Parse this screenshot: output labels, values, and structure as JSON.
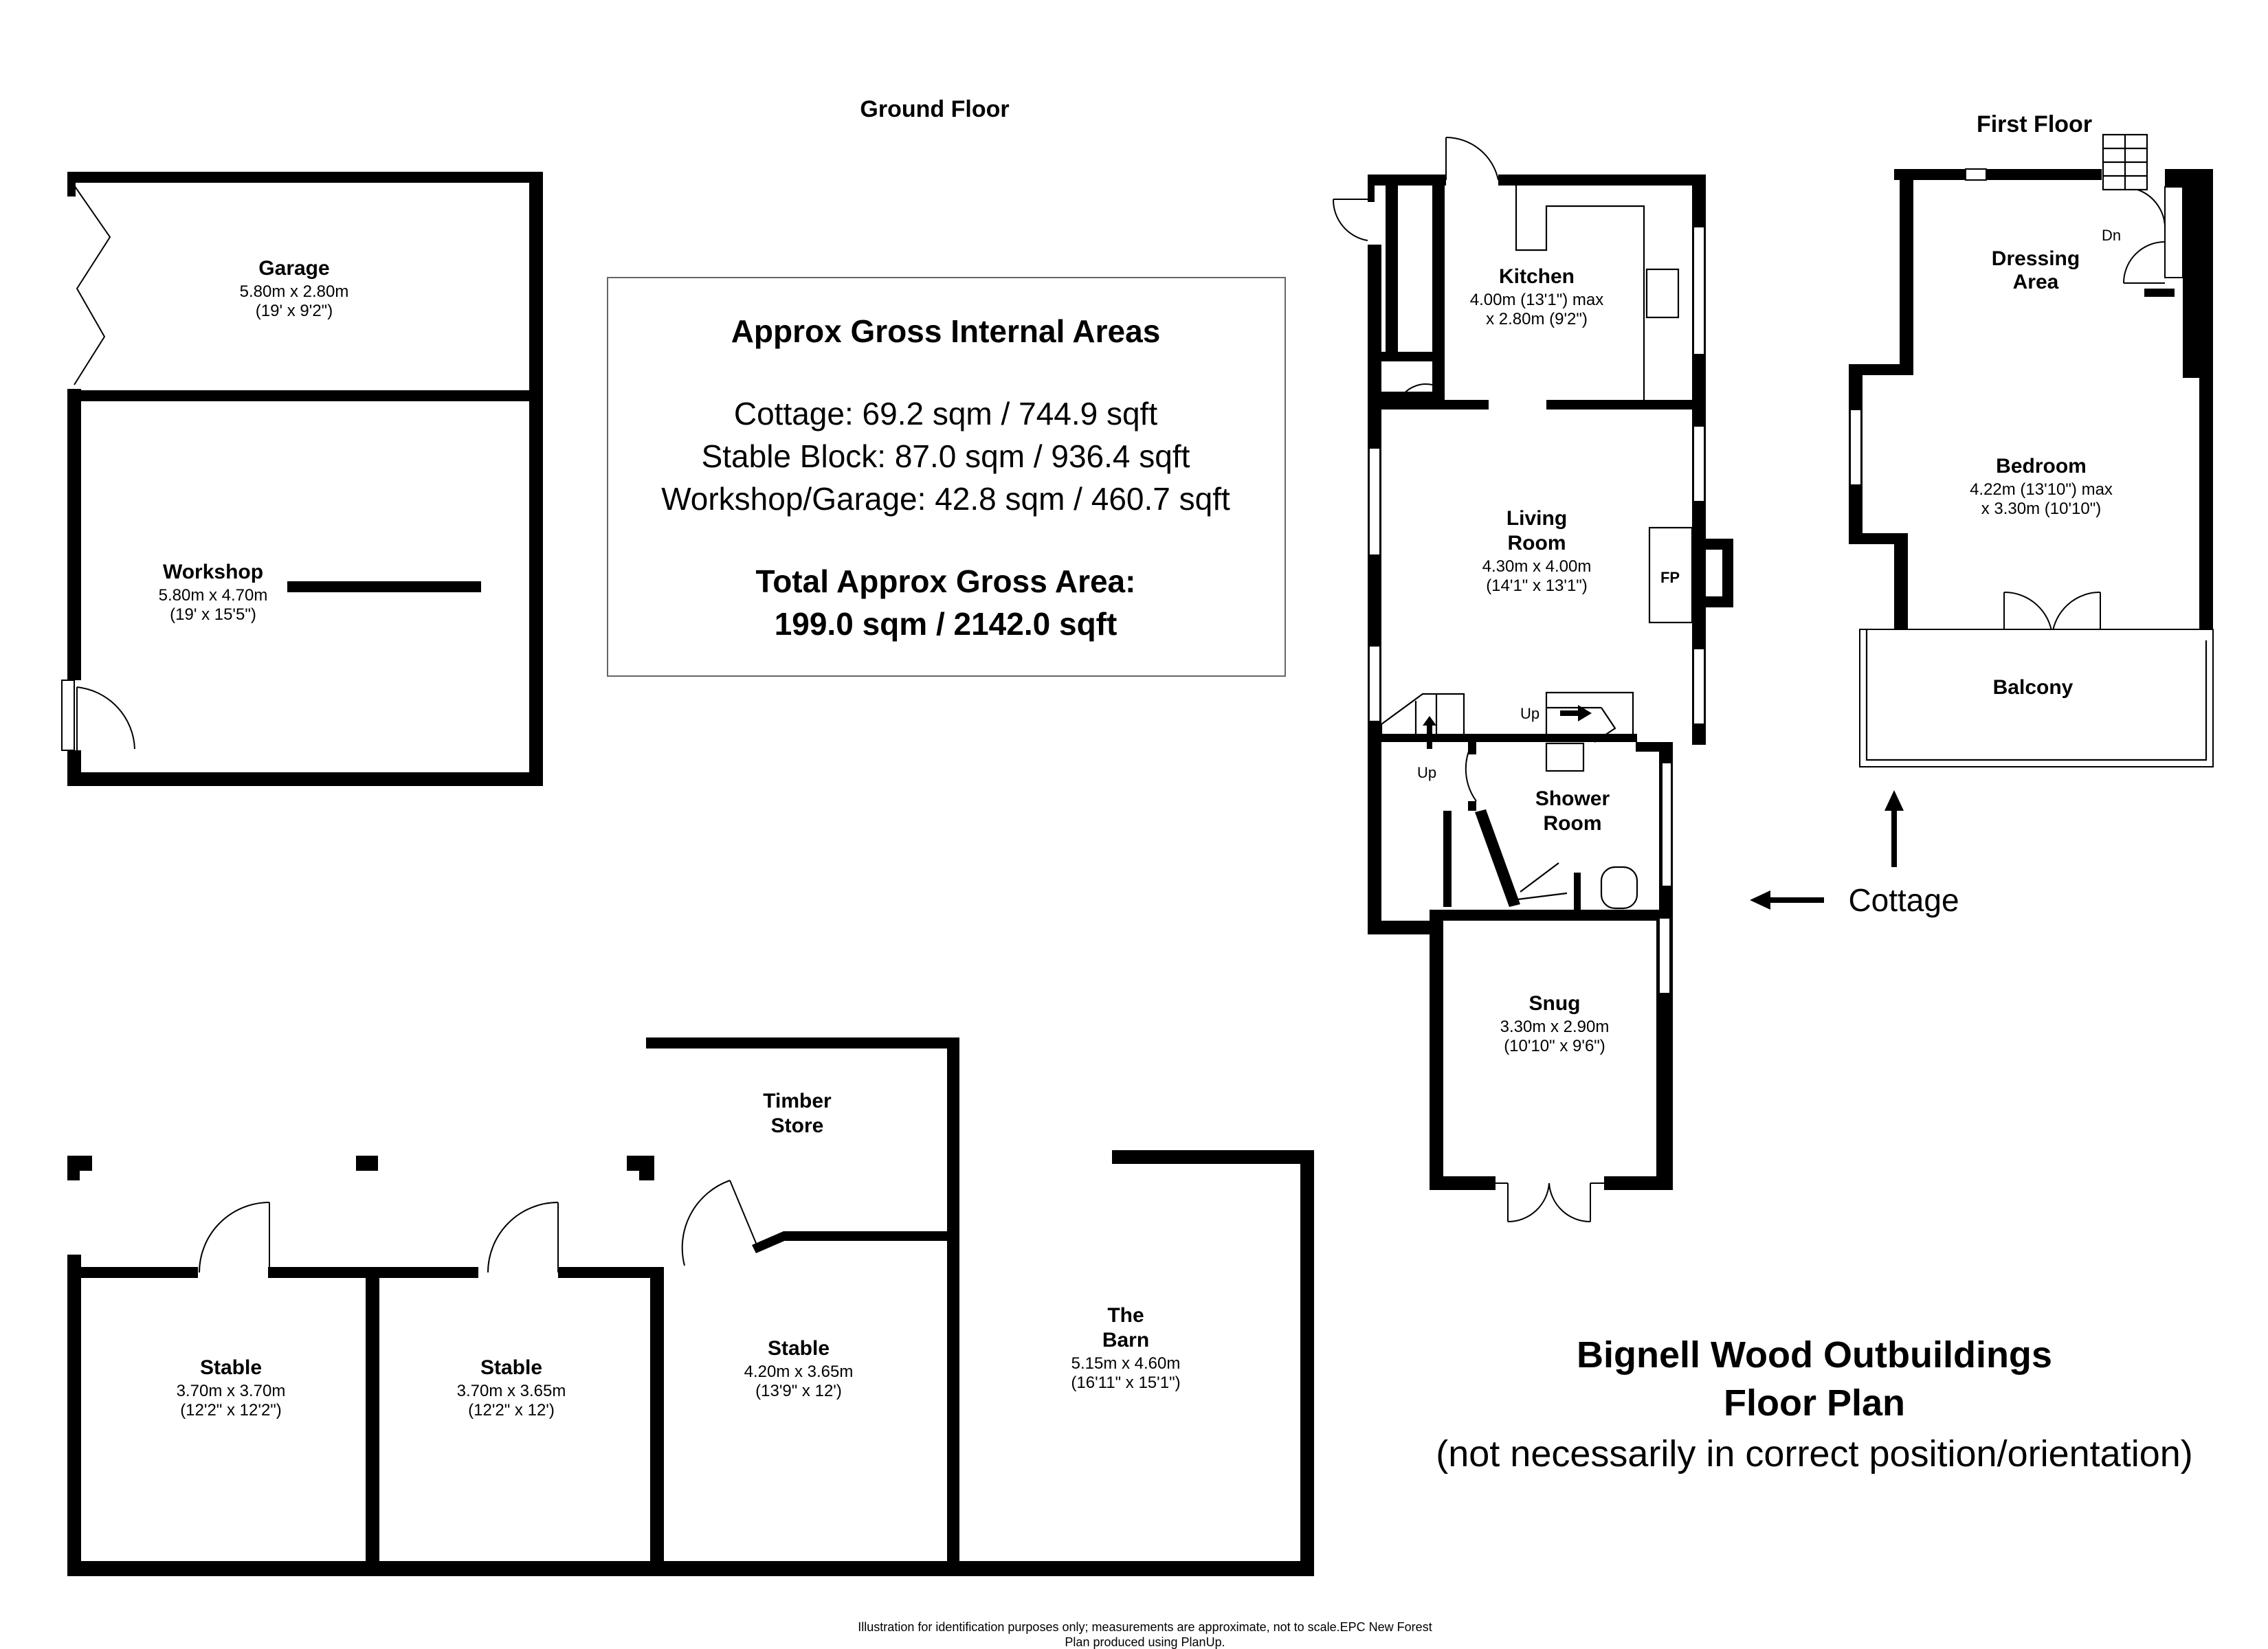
{
  "headings": {
    "ground_floor": "Ground Floor",
    "first_floor": "First Floor"
  },
  "areas": {
    "title": "Approx Gross Internal Areas",
    "lines": [
      "Cottage: 69.2 sqm / 744.9 sqft",
      "Stable Block: 87.0 sqm / 936.4 sqft",
      "Workshop/Garage: 42.8 sqm / 460.7 sqft"
    ],
    "total_label": "Total Approx Gross Area:",
    "total_value": "199.0 sqm / 2142.0 sqft"
  },
  "rooms": {
    "garage": {
      "name": "Garage",
      "metric": "5.80m x 2.80m",
      "imperial": "(19' x 9'2\")"
    },
    "workshop": {
      "name": "Workshop",
      "metric": "5.80m x 4.70m",
      "imperial": "(19' x 15'5\")"
    },
    "kitchen": {
      "name": "Kitchen",
      "metric": "4.00m (13'1\") max",
      "imperial": "x 2.80m (9'2\")"
    },
    "living": {
      "name1": "Living",
      "name2": "Room",
      "metric": "4.30m x 4.00m",
      "imperial": "(14'1\" x 13'1\")"
    },
    "shower": {
      "name1": "Shower",
      "name2": "Room"
    },
    "snug": {
      "name": "Snug",
      "metric": "3.30m x 2.90m",
      "imperial": "(10'10\" x 9'6\")"
    },
    "dressing": {
      "name1": "Dressing",
      "name2": "Area"
    },
    "bedroom": {
      "name": "Bedroom",
      "metric": "4.22m (13'10\") max",
      "imperial": "x 3.30m (10'10\")"
    },
    "balcony": {
      "name": "Balcony"
    },
    "timber": {
      "name1": "Timber",
      "name2": "Store"
    },
    "stable1": {
      "name": "Stable",
      "metric": "3.70m x 3.70m",
      "imperial": "(12'2\" x 12'2\")"
    },
    "stable2": {
      "name": "Stable",
      "metric": "3.70m x 3.65m",
      "imperial": "(12'2\" x 12')"
    },
    "stable3": {
      "name": "Stable",
      "metric": "4.20m x 3.65m",
      "imperial": "(13'9\" x 12')"
    },
    "barn": {
      "name1": "The",
      "name2": "Barn",
      "metric": "5.15m x 4.60m",
      "imperial": "(16'11\" x 15'1\")"
    }
  },
  "labels": {
    "fp": "FP",
    "up1": "Up",
    "up2": "Up",
    "dn": "Dn",
    "cottage": "Cottage"
  },
  "plan_title": {
    "line1": "Bignell Wood Outbuildings",
    "line2": "Floor Plan",
    "line3": "(not necessarily in correct position/orientation)"
  },
  "footer": {
    "line1": "Illustration for identification purposes only; measurements are approximate, not to scale.EPC New Forest",
    "line2": "Plan produced using PlanUp."
  }
}
